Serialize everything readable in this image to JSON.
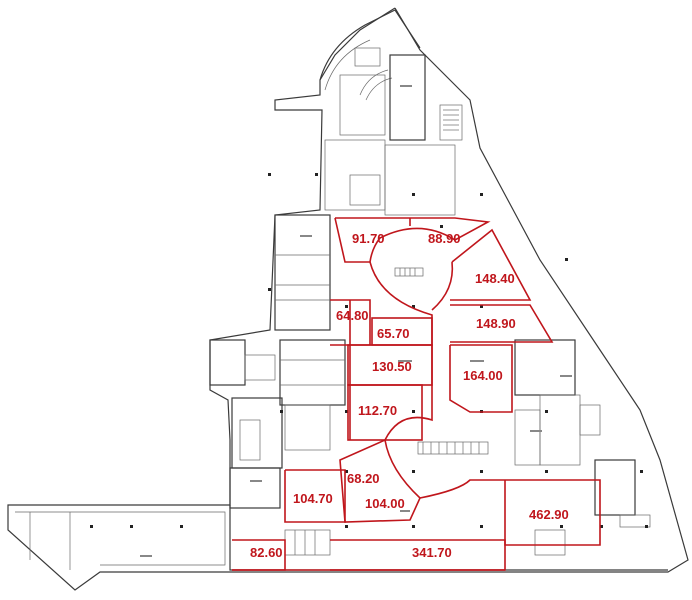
{
  "floor_plan": {
    "areas": [
      {
        "id": "unit-a",
        "label": "91.70"
      },
      {
        "id": "unit-b",
        "label": "88.90"
      },
      {
        "id": "unit-c",
        "label": "148.40"
      },
      {
        "id": "unit-d",
        "label": "64.80"
      },
      {
        "id": "unit-e",
        "label": "65.70"
      },
      {
        "id": "unit-f",
        "label": "148.90"
      },
      {
        "id": "unit-g",
        "label": "130.50"
      },
      {
        "id": "unit-h",
        "label": "164.00"
      },
      {
        "id": "unit-i",
        "label": "112.70"
      },
      {
        "id": "unit-j",
        "label": "68.20"
      },
      {
        "id": "unit-k",
        "label": "104.70"
      },
      {
        "id": "unit-l",
        "label": "104.00"
      },
      {
        "id": "unit-m",
        "label": "462.90"
      },
      {
        "id": "unit-n",
        "label": "82.60"
      },
      {
        "id": "unit-o",
        "label": "341.70"
      }
    ],
    "colors": {
      "walls": "#3a3a3a",
      "leased_units": "#c0161c",
      "background": "#ffffff"
    }
  }
}
